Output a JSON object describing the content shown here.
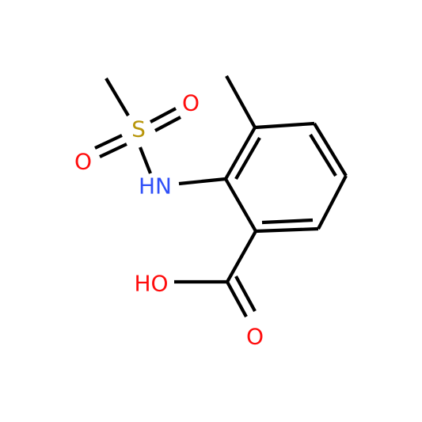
{
  "molecule": {
    "atoms": {
      "sulfur": "S",
      "sulfonyl_oxygen_top": "O",
      "sulfonyl_oxygen_bottom": "O",
      "amine": "HN",
      "hydroxyl": "HO",
      "carbonyl_oxygen": "O"
    }
  },
  "colors": {
    "bond": "#000000",
    "sulfur": "#b8960b",
    "oxygen": "#ff0d0d",
    "nitrogen": "#3050f8"
  }
}
